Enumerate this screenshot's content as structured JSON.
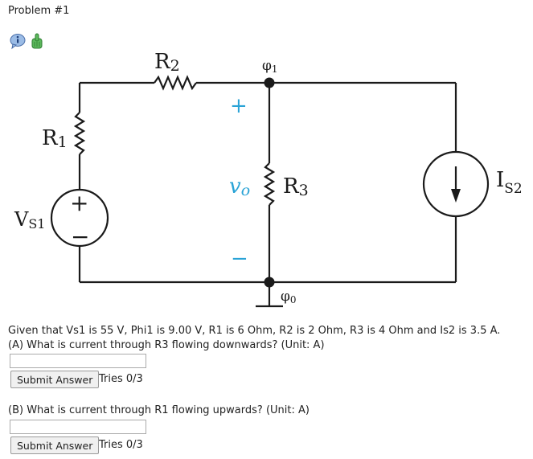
{
  "problem": {
    "title": "Problem #1"
  },
  "toolbar": {
    "info_icon": "info-speech-icon",
    "hint_icon": "hint-hand-icon"
  },
  "circuit": {
    "labels": {
      "r2": "R",
      "r2_sub": "2",
      "r1": "R",
      "r1_sub": "1",
      "r3": "R",
      "r3_sub": "3",
      "vs1": "V",
      "vs1_sub": "S1",
      "is2": "I",
      "is2_sub": "S2",
      "phi1": "φ",
      "phi1_sub": "1",
      "phi0": "φ",
      "phi0_sub": "0",
      "vo": "v",
      "vo_sub": "o",
      "plus": "+",
      "minus": "−",
      "src_plus": "+",
      "src_minus": "−"
    },
    "colors": {
      "wire": "#1a1a1a",
      "voltage_label": "#29a3d6"
    }
  },
  "given": "Given that Vs1 is 55 V, Phi1 is 9.00 V, R1 is 6 Ohm, R2 is 2 Ohm, R3 is 4 Ohm and Is2 is 3.5 A.",
  "part_a": {
    "question": "(A) What is current through R3 flowing downwards? (Unit: A)",
    "input_value": "",
    "submit_label": "Submit Answer",
    "tries": "Tries 0/3"
  },
  "part_b": {
    "question": "(B) What is current through R1 flowing upwards? (Unit: A)",
    "input_value": "",
    "submit_label": "Submit Answer",
    "tries": "Tries 0/3"
  }
}
